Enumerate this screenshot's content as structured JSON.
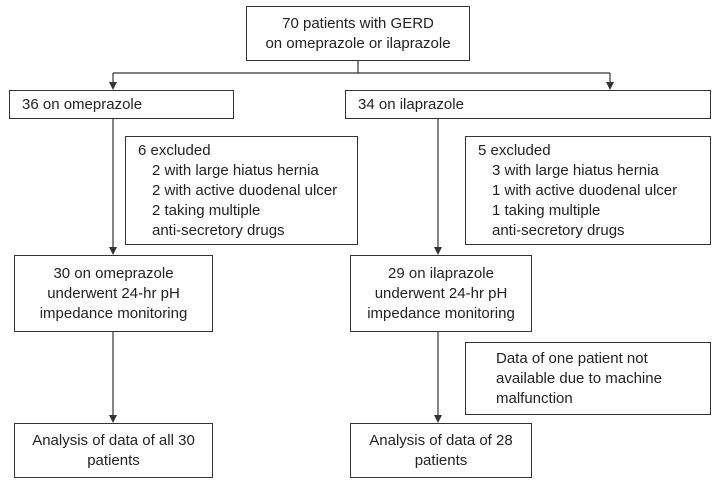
{
  "top": {
    "lines": [
      "70 patients with GERD",
      "on omeprazole or ilaprazole"
    ]
  },
  "left_branch": {
    "arm": "36 on omeprazole",
    "excluded": {
      "heading": "6 excluded",
      "items": [
        "2 with large hiatus hernia",
        "2 with active duodenal ulcer",
        "2 taking multiple",
        "anti-secretory drugs"
      ]
    },
    "monitoring": [
      "30 on omeprazole",
      "underwent 24-hr pH",
      "impedance monitoring"
    ],
    "analysis": [
      "Analysis of data of all 30",
      "patients"
    ]
  },
  "right_branch": {
    "arm": "34 on ilaprazole",
    "excluded": {
      "heading": "5 excluded",
      "items": [
        "3 with large hiatus hernia",
        "1 with active duodenal ulcer",
        "1 taking multiple",
        "anti-secretory drugs"
      ]
    },
    "monitoring": [
      "29 on ilaprazole",
      "underwent 24-hr pH",
      "impedance monitoring"
    ],
    "note": [
      "Data of one patient not",
      "available due to machine",
      "malfunction"
    ],
    "analysis": [
      "Analysis of data of 28",
      "patients"
    ]
  }
}
